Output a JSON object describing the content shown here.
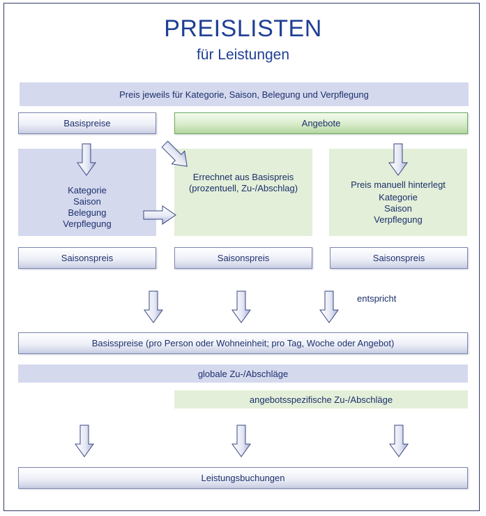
{
  "title": "PREISLISTEN",
  "subtitle": "für Leistungen",
  "top_bar": "Preis jeweils für Kategorie, Saison, Belegung und Verpflegung",
  "basis_button": "Basispreise",
  "angebote_button": "Angebote",
  "left_box": [
    "Kategorie",
    "Saison",
    "Belegung",
    "Verpflegung"
  ],
  "middle_box": [
    "Errechnet aus Basispreis",
    "(prozentuell, Zu-/Abschlag)"
  ],
  "right_box": [
    "Preis manuell hinterlegt",
    "Kategorie",
    "Saison",
    "Verpflegung"
  ],
  "season_buttons": [
    "Saisonspreis",
    "Saisonspreis",
    "Saisonspreis"
  ],
  "entspricht": "entspricht",
  "base_prices_bar": "Basisspreise (pro Person oder Wohneinheit; pro Tag, Woche oder Angebot)",
  "global_bar": "globale Zu-/Abschläge",
  "offer_bar": "angebotsspezifische Zu-/Abschläge",
  "bookings_bar": "Leistungsbuchungen",
  "colors": {
    "title": "#1f3f94",
    "lilac": "#d5d9ee",
    "green": "#e3efd8",
    "arrow_stroke": "#3a4680"
  },
  "arrow_icon": "block-arrow-icon"
}
